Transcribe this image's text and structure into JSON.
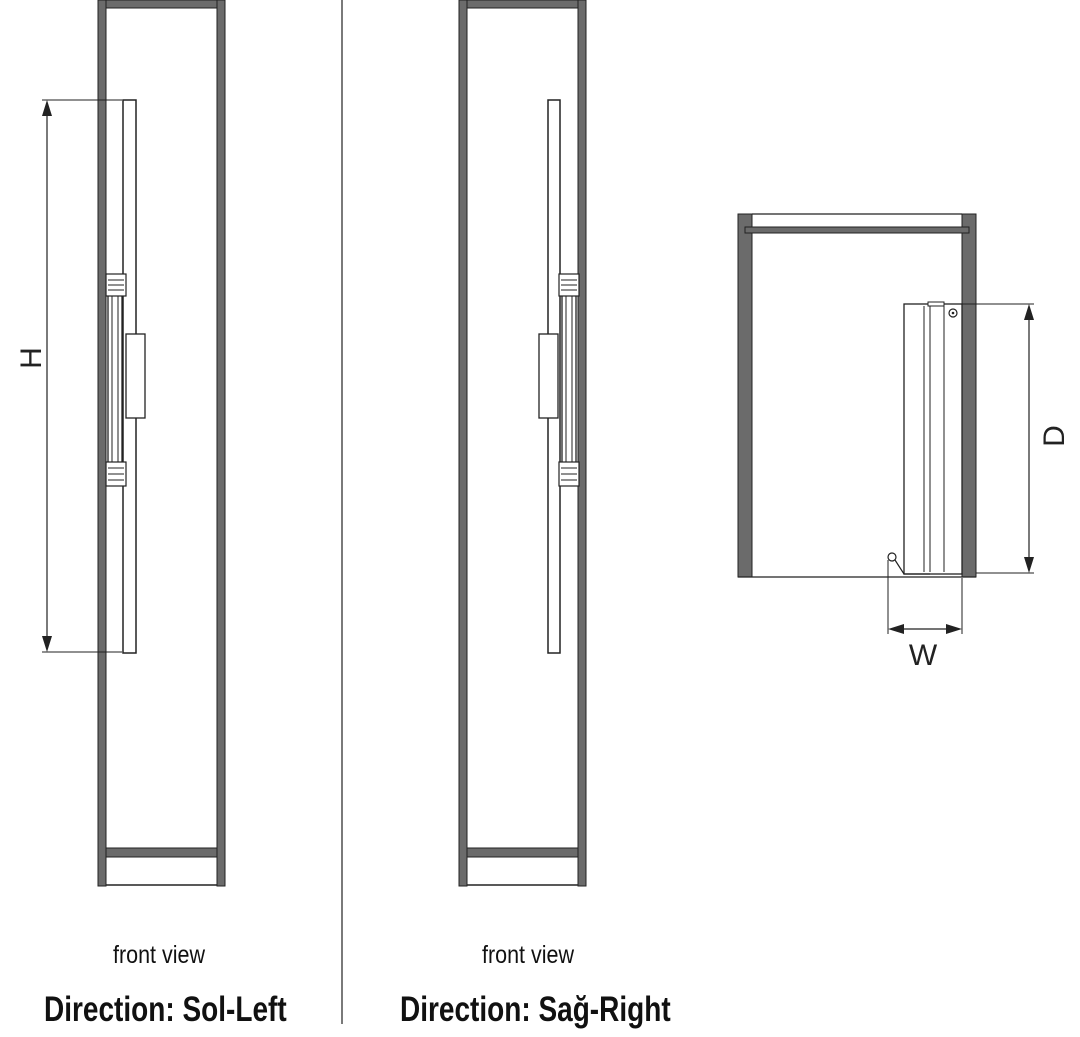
{
  "left_panel": {
    "caption_view": "front view",
    "caption_direction": "Direction: Sol-Left",
    "dimension_label": "H"
  },
  "right_panel": {
    "caption_view": "front view",
    "caption_direction": "Direction: Sağ-Right"
  },
  "top_view": {
    "dimension_depth": "D",
    "dimension_width": "W"
  },
  "colors": {
    "panel_fill": "#6b6b6b",
    "line": "#222222",
    "background": "#ffffff"
  }
}
